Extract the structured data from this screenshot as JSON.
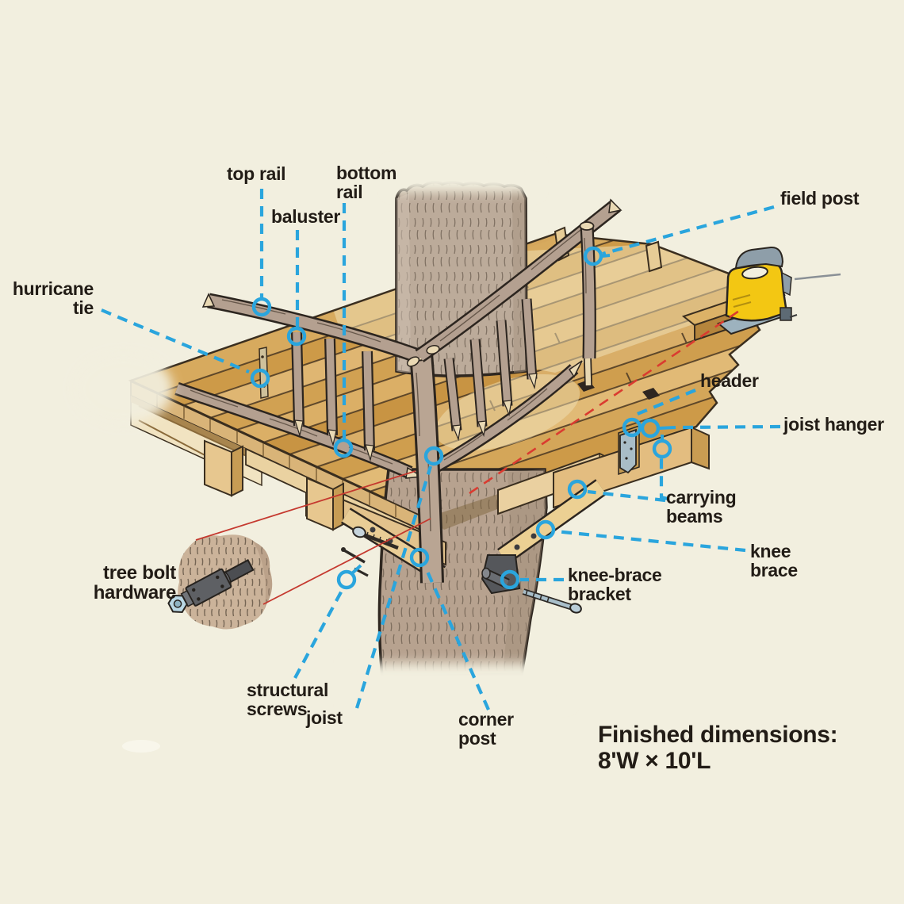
{
  "colors": {
    "background": "#f2efdf",
    "leader_blue": "#2aa5dd",
    "label_text": "#221c16",
    "pointer_red": "#c5392f",
    "cut_line_red": "#da3b30",
    "deck_wood": "#d5a75c",
    "bark": "#b7a28f",
    "jigsaw_yellow": "#f3c713"
  },
  "labels": {
    "top_rail": {
      "text": "top rail"
    },
    "bottom_rail": {
      "line1": "bottom",
      "line2": "rail"
    },
    "baluster": {
      "text": "baluster"
    },
    "hurricane_tie": {
      "line1": "hurricane",
      "line2": "tie"
    },
    "field_post": {
      "text": "field post"
    },
    "header": {
      "text": "header"
    },
    "joist_hanger": {
      "text": "joist hanger"
    },
    "carrying_beams": {
      "line1": "carrying",
      "line2": "beams"
    },
    "knee_brace": {
      "line1": "knee",
      "line2": "brace"
    },
    "knee_brace_bracket": {
      "line1": "knee-brace",
      "line2": "bracket"
    },
    "tree_bolt_hardware": {
      "line1": "tree bolt",
      "line2": "hardware"
    },
    "structural_screws": {
      "line1": "structural",
      "line2": "screws"
    },
    "joist": {
      "text": "joist"
    },
    "corner_post": {
      "line1": "corner",
      "line2": "post"
    }
  },
  "note": {
    "line1": "Finished dimensions:",
    "line2": "8'W × 10'L"
  }
}
